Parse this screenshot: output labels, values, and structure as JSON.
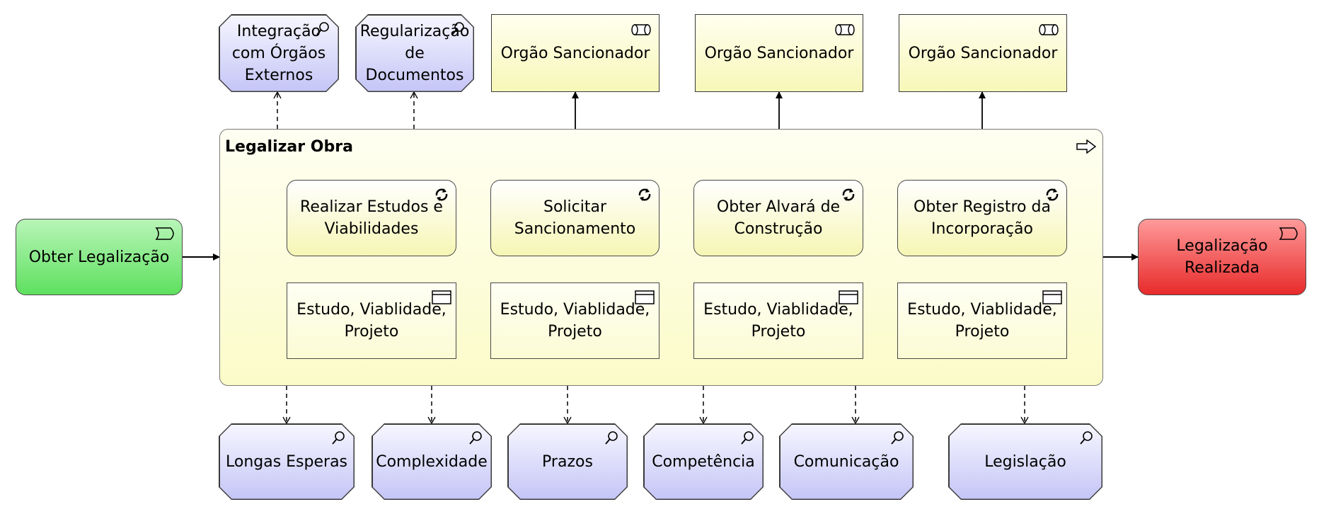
{
  "container": {
    "title": "Legalizar Obra"
  },
  "trigger_event": {
    "label": "Obter Legalização",
    "color": "#5ee05e"
  },
  "result_event": {
    "label": "Legalização\nRealizada",
    "color": "#e82a2a"
  },
  "top_drivers": [
    {
      "label": "Integração\ncom Órgãos\nExternos"
    },
    {
      "label": "Regularização\nde\nDocumentos"
    }
  ],
  "roles": [
    {
      "label": "Orgão Sancionador"
    },
    {
      "label": "Orgão Sancionador"
    },
    {
      "label": "Orgão Sancionador"
    }
  ],
  "processes": [
    {
      "label": "Realizar Estudos e\nViabilidades"
    },
    {
      "label": "Solicitar\nSancionamento"
    },
    {
      "label": "Obter Alvará de\nConstrução"
    },
    {
      "label": "Obter Registro da\nIncorporação"
    }
  ],
  "objects": [
    {
      "label": "Estudo, Viablidade,\nProjeto"
    },
    {
      "label": "Estudo, Viablidade,\nProjeto"
    },
    {
      "label": "Estudo, Viablidade,\nProjeto"
    },
    {
      "label": "Estudo, Viablidade,\nProjeto"
    }
  ],
  "bottom_drivers": [
    {
      "label": "Longas Esperas"
    },
    {
      "label": "Complexidade"
    },
    {
      "label": "Prazos"
    },
    {
      "label": "Competência"
    },
    {
      "label": "Comunicação"
    },
    {
      "label": "Legislação"
    }
  ],
  "icons": {
    "driver": "magnifier-icon",
    "role": "role-cylinder-icon",
    "process": "cycle-arrows-icon",
    "object": "business-object-icon",
    "event": "event-icon",
    "container": "process-arrow-icon"
  },
  "colors": {
    "driver_fill": "#c5c5f7",
    "role_fill": "#f7f7b8",
    "process_fill": "#f6f6b4",
    "container_fill": "#fbfbc9"
  }
}
